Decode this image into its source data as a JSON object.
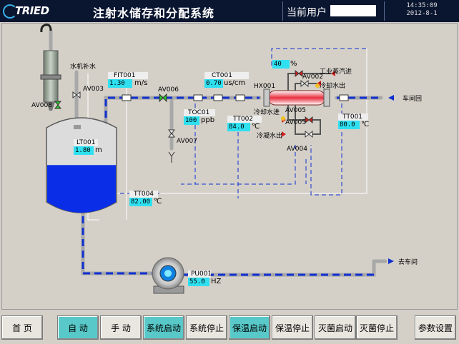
{
  "header": {
    "logo_text": "TRIED",
    "title": "注射水储存和分配系统",
    "user_label": "当前用户",
    "user_value": "",
    "time": "14:35:09",
    "date": "2012-8-1"
  },
  "process": {
    "makeup_water_label": "水机补水",
    "valves": {
      "av003": "AV003",
      "av006": "AV006",
      "av007": "AV007",
      "av008": "AV008",
      "av002": "AV002",
      "av004": "AV004",
      "av005": "AV005"
    },
    "fit001": {
      "tag": "FIT001",
      "value": "1.30",
      "unit": "m/s"
    },
    "ct001": {
      "tag": "CT001",
      "value": "0.70",
      "unit": "us/cm"
    },
    "toc01": {
      "tag": "TOC01",
      "value": "100",
      "unit": "ppb"
    },
    "tt002": {
      "tag": "TT002",
      "value": "84.0",
      "unit": "℃"
    },
    "tt001": {
      "tag": "TT001",
      "value": "80.0",
      "unit": "℃"
    },
    "tt004": {
      "tag": "TT004",
      "value": "82.00",
      "unit": "℃"
    },
    "lt001": {
      "tag": "LT001",
      "value": "1.80",
      "unit": "m"
    },
    "pu001": {
      "tag": "PU001",
      "value": "55.0",
      "unit": "HZ"
    },
    "hx001": {
      "tag": "HX001"
    },
    "steam_valve": {
      "value": "40",
      "unit": "%"
    },
    "labels": {
      "industrial_steam": "工业蒸汽进",
      "cooling_out": "冷却水出",
      "cooling_in": "冷却水进",
      "condensate_out": "冷凝水出",
      "return_from_workshop": "车间回",
      "to_workshop": "去车间"
    },
    "tank_level_fraction": 0.55
  },
  "buttons": [
    {
      "label": "首 页",
      "active": false
    },
    {
      "label": "自 动",
      "active": true
    },
    {
      "label": "手 动",
      "active": false
    },
    {
      "label": "系统启动",
      "active": true
    },
    {
      "label": "系统停止",
      "active": false
    },
    {
      "label": "保温启动",
      "active": true
    },
    {
      "label": "保温停止",
      "active": false
    },
    {
      "label": "灭菌启动",
      "active": false
    },
    {
      "label": "灭菌停止",
      "active": false
    },
    {
      "label": "参数设置",
      "active": false
    }
  ],
  "colors": {
    "water": "#0a2ee8",
    "pipe": "#a8a8a8",
    "flow": "#1030d0",
    "display": "#2ee0f0",
    "header": "#0a1630",
    "button_active": "#58c8c8"
  }
}
